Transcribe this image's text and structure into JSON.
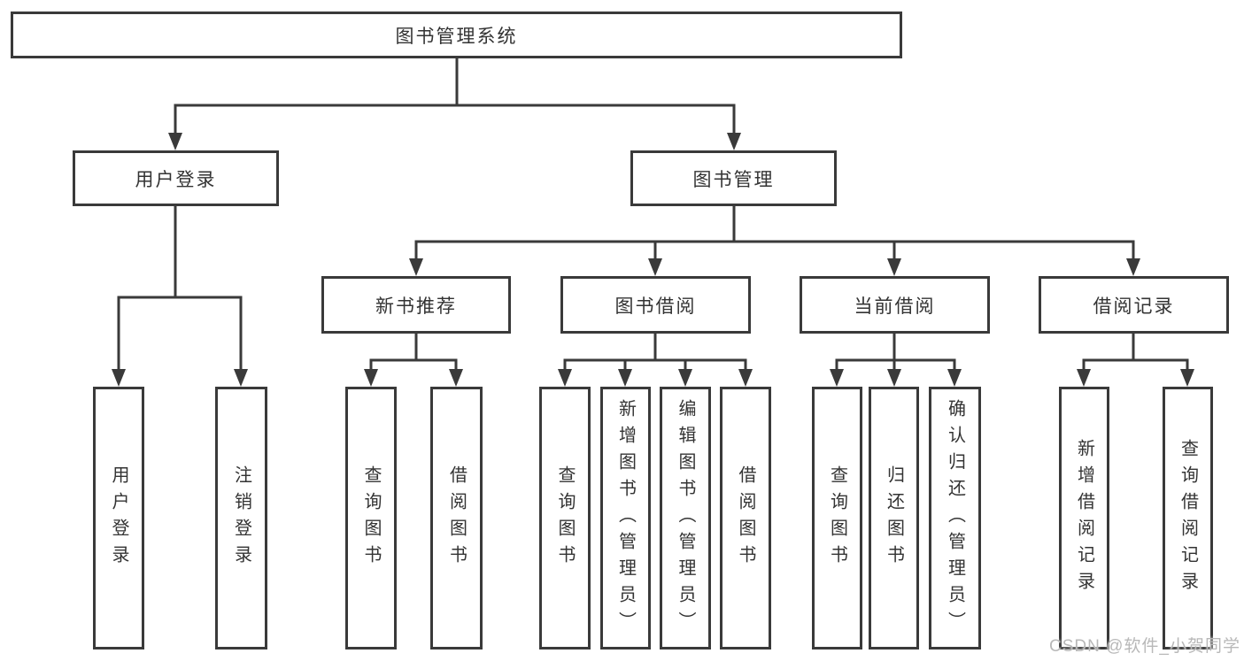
{
  "tree": {
    "root": {
      "label": "图书管理系统"
    },
    "branches": [
      {
        "label": "用户登录",
        "children": [
          {
            "label": "用户登录"
          },
          {
            "label": "注销登录"
          }
        ]
      },
      {
        "label": "图书管理",
        "groups": [
          {
            "label": "新书推荐",
            "children": [
              {
                "label": "查询图书"
              },
              {
                "label": "借阅图书"
              }
            ]
          },
          {
            "label": "图书借阅",
            "children": [
              {
                "label": "查询图书"
              },
              {
                "label": "新增图书（管理员）"
              },
              {
                "label": "编辑图书（管理员）"
              },
              {
                "label": "借阅图书"
              }
            ]
          },
          {
            "label": "当前借阅",
            "children": [
              {
                "label": "查询图书"
              },
              {
                "label": "归还图书"
              },
              {
                "label": "确认归还（管理员）"
              }
            ]
          },
          {
            "label": "借阅记录",
            "children": [
              {
                "label": "新增借阅记录"
              },
              {
                "label": "查询借阅记录"
              }
            ]
          }
        ]
      }
    ]
  },
  "watermark": {
    "text": "CSDN @软件_小贺同学"
  },
  "colors": {
    "line": "#3a3a3a",
    "border": "#3a3a3a",
    "text": "#333333",
    "background": "#ffffff",
    "watermark": "#b8b8b8"
  }
}
